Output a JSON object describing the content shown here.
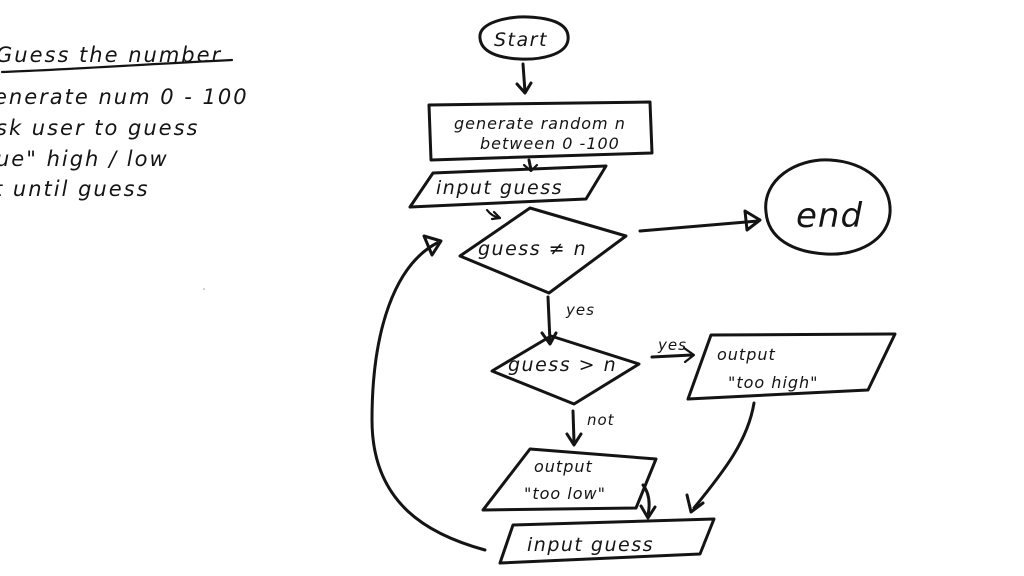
{
  "notes": {
    "title": "Guess the number",
    "lines": [
      "enerate  num  0 - 100",
      "sk  user  to guess",
      "ue\"  high / low",
      "t  until  guess"
    ]
  },
  "flowchart": {
    "start": "Start",
    "generate_line1": "generate random n",
    "generate_line2": "between 0 -100",
    "input_guess_top": "input  guess",
    "decision_neq": "guess ≠ n",
    "end": "end",
    "label_yes_down": "yes",
    "decision_gt": "guess > n",
    "label_yes_right": "yes",
    "output_high_line1": "output",
    "output_high_line2": "\"too high\"",
    "label_not": "not",
    "output_low_line1": "output",
    "output_low_line2": "\"too low\"",
    "input_guess_bottom": "input  guess"
  },
  "colors": {
    "ink": "#141414",
    "background": "#ffffff"
  }
}
